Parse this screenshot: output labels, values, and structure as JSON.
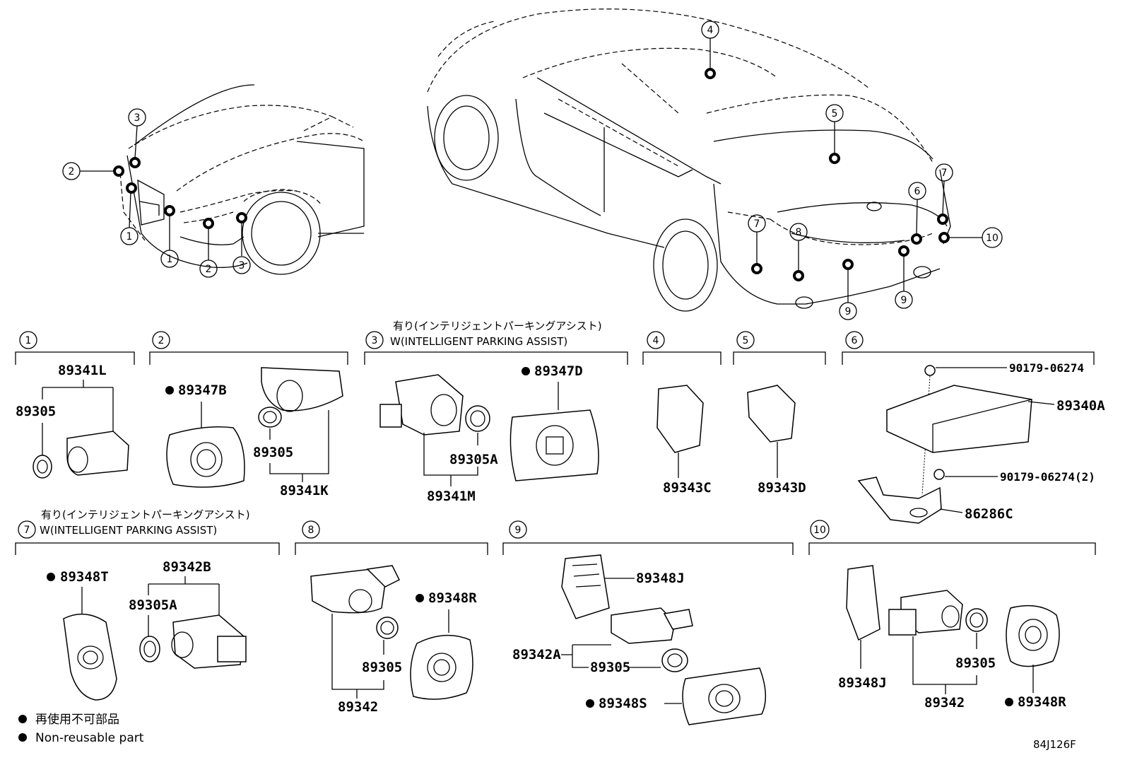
{
  "callouts": {
    "front": [
      "3",
      "2",
      "1",
      "1",
      "2",
      "3"
    ],
    "rear": [
      "4",
      "5",
      "7",
      "8",
      "9",
      "9",
      "6",
      "7",
      "10"
    ]
  },
  "groups": [
    {
      "num": "1",
      "parts": [
        "89341L",
        "89305"
      ]
    },
    {
      "num": "2",
      "parts": [
        "89347B",
        "89305",
        "89341K"
      ],
      "non_reusable": [
        "89347B"
      ]
    },
    {
      "num": "3",
      "caption_jp": "有り(インテリジェントパーキングアシスト)",
      "caption_en": "W(INTELLIGENT PARKING ASSIST)",
      "parts": [
        "89347D",
        "89305A",
        "89341M"
      ],
      "non_reusable": [
        "89347D"
      ]
    },
    {
      "num": "4",
      "parts": [
        "89343C"
      ]
    },
    {
      "num": "5",
      "parts": [
        "89343D"
      ]
    },
    {
      "num": "6",
      "parts": [
        "90179-06274",
        "89340A",
        "90179-06274(2)",
        "86286C"
      ]
    },
    {
      "num": "7",
      "caption_jp": "有り(インテリジェントパーキングアシスト)",
      "caption_en": "W(INTELLIGENT PARKING ASSIST)",
      "parts": [
        "89348T",
        "89342B",
        "89305A"
      ],
      "non_reusable": [
        "89348T"
      ]
    },
    {
      "num": "8",
      "parts": [
        "89348R",
        "89305",
        "89342"
      ],
      "non_reusable": [
        "89348R"
      ]
    },
    {
      "num": "9",
      "parts": [
        "89348J",
        "89342A",
        "89305",
        "89348S"
      ],
      "non_reusable": [
        "89348S"
      ]
    },
    {
      "num": "10",
      "parts": [
        "89348J",
        "89305",
        "89342",
        "89348R"
      ],
      "non_reusable": [
        "89348R"
      ]
    }
  ],
  "legend": {
    "line1": "再使用不可部品",
    "line2": "Non-reusable part"
  },
  "figure_code": "84J126F"
}
